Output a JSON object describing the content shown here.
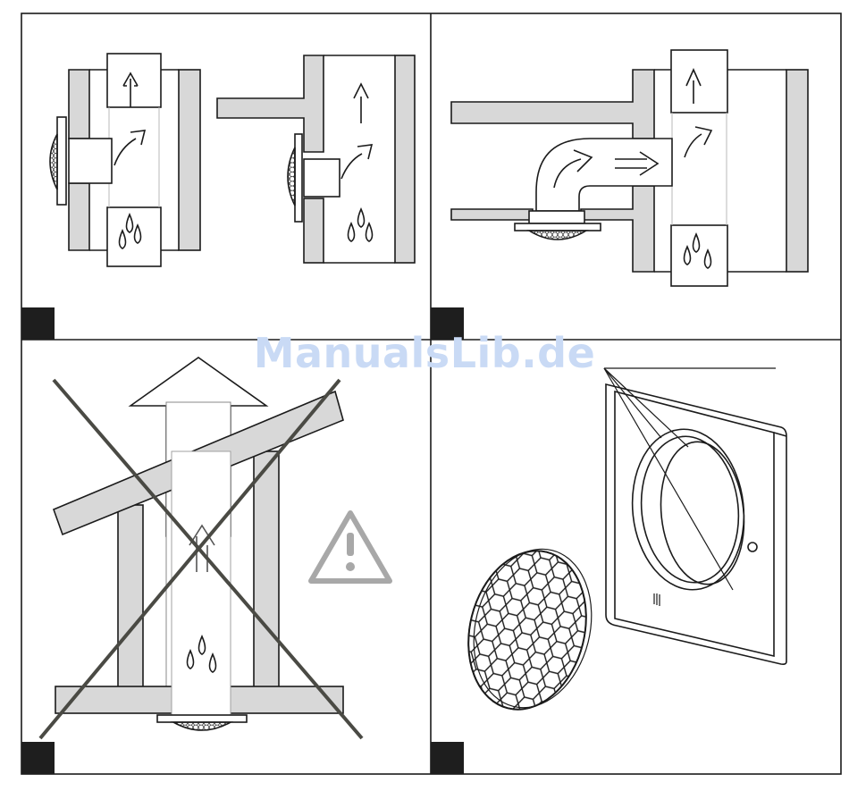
{
  "watermark": {
    "text": "ManualsLib.de",
    "color": "#c9daf5"
  },
  "colors": {
    "wall": "#d8d8d8",
    "line": "#1b1b1b",
    "marker": "#1e1e1e",
    "cross": "#4a4a44",
    "warning": "#a8a8a8"
  },
  "panels": [
    {
      "id": "top-left",
      "status": "allowed"
    },
    {
      "id": "top-right",
      "status": "allowed"
    },
    {
      "id": "bottom-left",
      "status": "not-allowed",
      "icons": [
        "cross-icon",
        "warning-triangle-icon"
      ]
    },
    {
      "id": "bottom-right",
      "status": "detail",
      "icons": [
        "honeycomb-grille-icon",
        "wall-plate-icon"
      ]
    }
  ]
}
